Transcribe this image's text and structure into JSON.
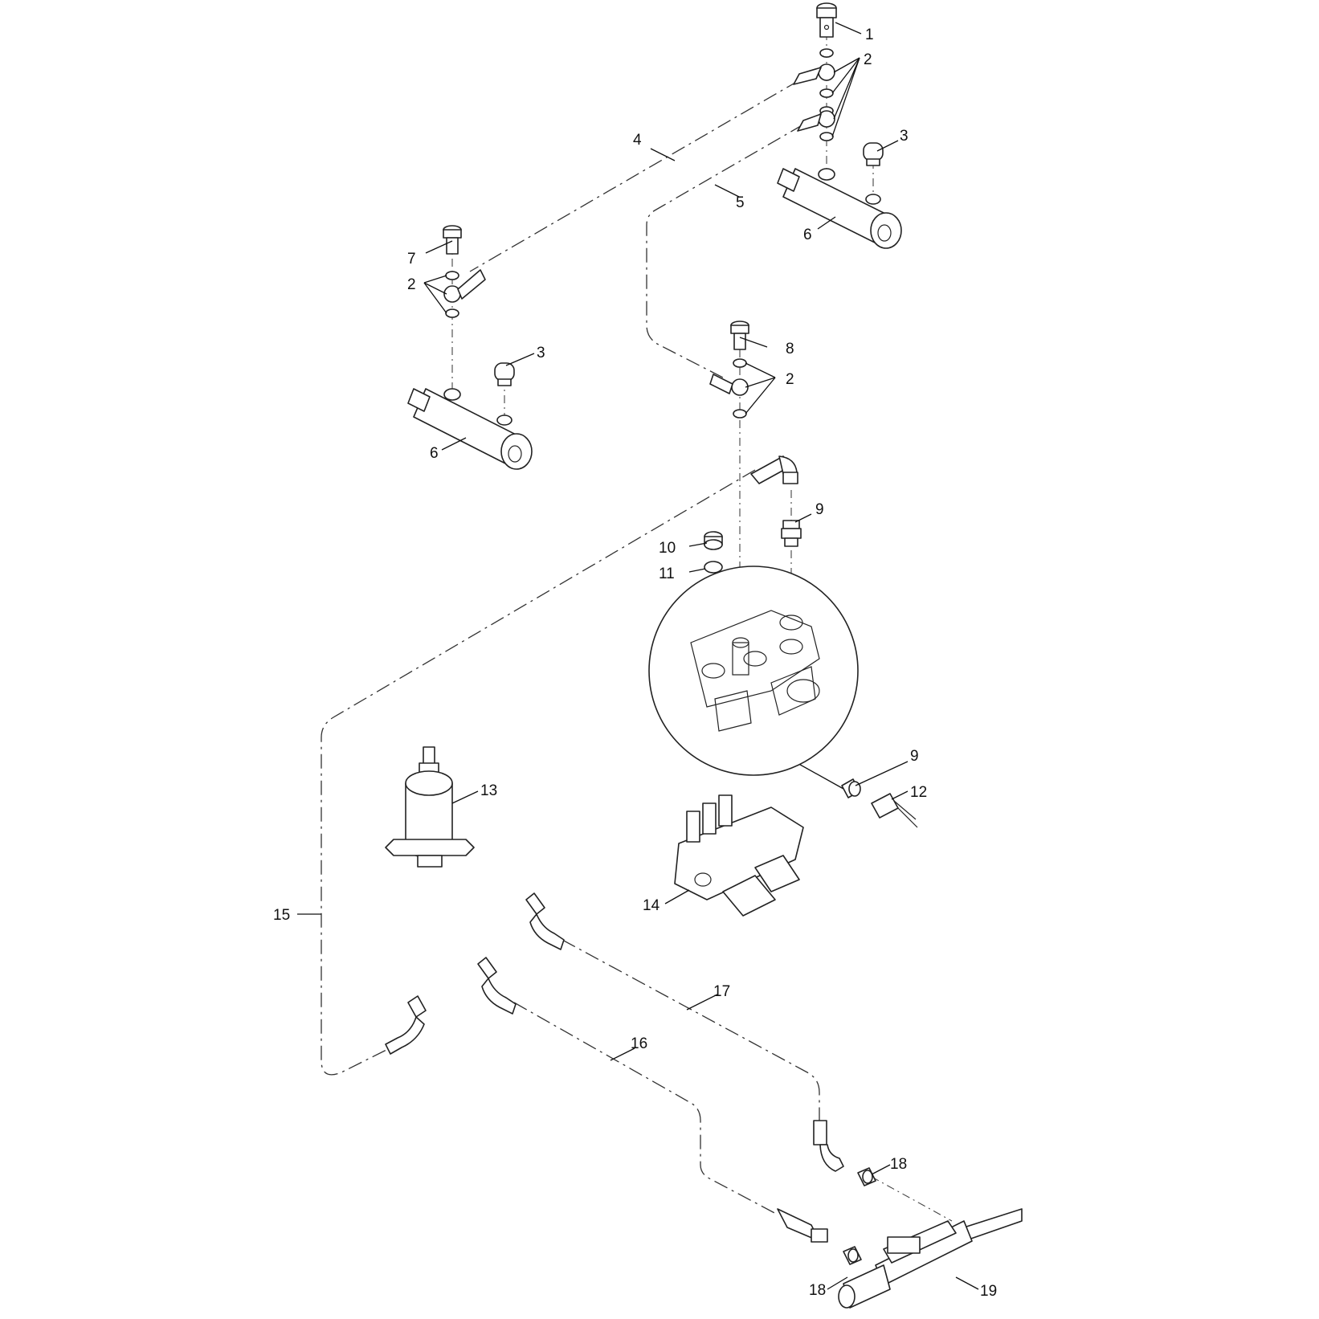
{
  "callouts": [
    {
      "id": "c1",
      "label": "1"
    },
    {
      "id": "c2a",
      "label": "2"
    },
    {
      "id": "c3a",
      "label": "3"
    },
    {
      "id": "c4",
      "label": "4"
    },
    {
      "id": "c5",
      "label": "5"
    },
    {
      "id": "c6a",
      "label": "6"
    },
    {
      "id": "c7",
      "label": "7"
    },
    {
      "id": "c2b",
      "label": "2"
    },
    {
      "id": "c3b",
      "label": "3"
    },
    {
      "id": "c8",
      "label": "8"
    },
    {
      "id": "c2c",
      "label": "2"
    },
    {
      "id": "c6b",
      "label": "6"
    },
    {
      "id": "c9a",
      "label": "9"
    },
    {
      "id": "c10",
      "label": "10"
    },
    {
      "id": "c11",
      "label": "11"
    },
    {
      "id": "c9b",
      "label": "9"
    },
    {
      "id": "c12",
      "label": "12"
    },
    {
      "id": "c13",
      "label": "13"
    },
    {
      "id": "c14",
      "label": "14"
    },
    {
      "id": "c15",
      "label": "15"
    },
    {
      "id": "c17",
      "label": "17"
    },
    {
      "id": "c16",
      "label": "16"
    },
    {
      "id": "c18a",
      "label": "18"
    },
    {
      "id": "c18b",
      "label": "18"
    },
    {
      "id": "c19",
      "label": "19"
    }
  ]
}
